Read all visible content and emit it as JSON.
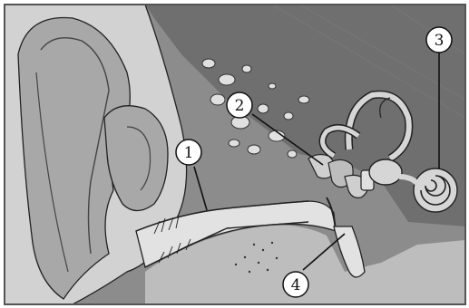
{
  "colors": {
    "frame": "#555555",
    "background": "#ffffff",
    "skull": "#8c8c8c",
    "skull_dark": "#6f6f6f",
    "bone_light": "#bdbdbd",
    "skin": "#d2d2d2",
    "skin_shadow": "#a8a8a8",
    "canal": "#e2e2e2",
    "line": "#222222",
    "label_fill": "#ffffff"
  },
  "labels": [
    {
      "id": "1",
      "text": "1"
    },
    {
      "id": "2",
      "text": "2"
    },
    {
      "id": "3",
      "text": "3"
    },
    {
      "id": "4",
      "text": "4"
    }
  ]
}
